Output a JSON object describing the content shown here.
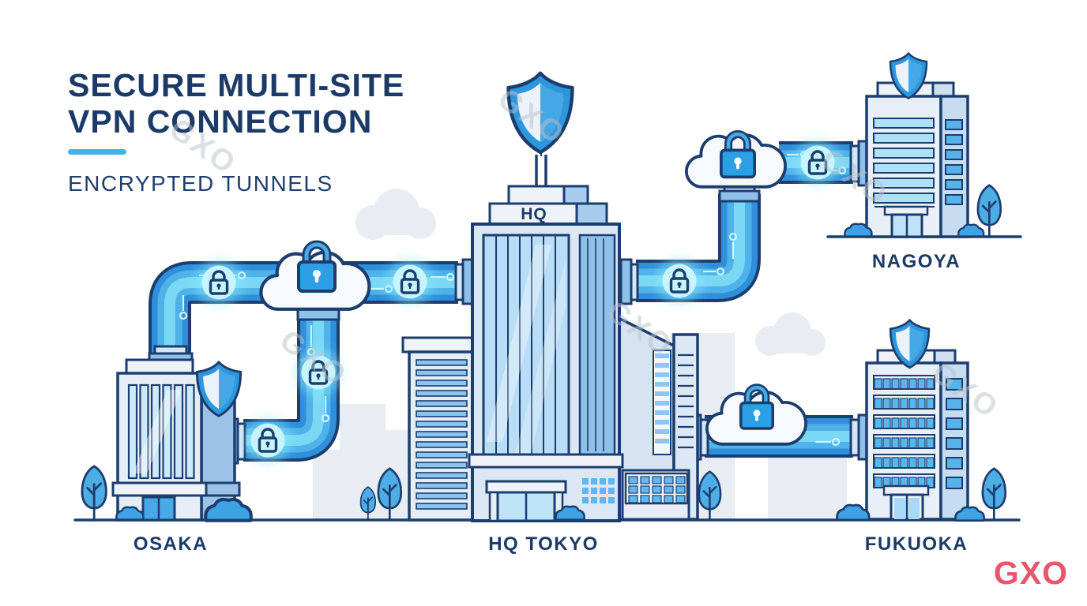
{
  "header": {
    "title_line1": "SECURE MULTI-SITE",
    "title_line2": "VPN CONNECTION",
    "subtitle": "ENCRYPTED TUNNELS"
  },
  "hub": {
    "name": "HQ TOKYO",
    "roof_label": "HQ"
  },
  "sites": [
    {
      "label": "OSAKA",
      "position": "bottom-left",
      "shield": true
    },
    {
      "label": "HQ TOKYO",
      "position": "bottom-center",
      "shield": true,
      "role": "headquarters"
    },
    {
      "label": "NAGOYA",
      "position": "top-right",
      "shield": true
    },
    {
      "label": "FUKUOKA",
      "position": "bottom-right",
      "shield": true
    }
  ],
  "connections": [
    {
      "from": "HQ TOKYO",
      "to": "OSAKA",
      "type": "encrypted tunnel",
      "cloud_gateway": true,
      "padlocks": 5
    },
    {
      "from": "HQ TOKYO",
      "to": "NAGOYA",
      "type": "encrypted tunnel",
      "cloud_gateway": true,
      "padlocks": 3
    },
    {
      "from": "HQ TOKYO",
      "to": "FUKUOKA",
      "type": "encrypted tunnel",
      "cloud_gateway": true,
      "padlocks": 1
    }
  ],
  "watermark": {
    "text": "GXO"
  },
  "logo": {
    "text": "GXO",
    "color": "#e8566a"
  },
  "colors": {
    "title_navy": "#1b3a67",
    "accent_underline": "#45b1ea",
    "outline_navy": "#1c3e6e",
    "pipe_blue": "#2f8fdb",
    "pipe_highlight": "#7fdcf6",
    "badge_cyan": "#c6f5fe",
    "cloud_fill": "#f7fafd",
    "lock_blue": "#2da0e5",
    "building_light": "#e6edf6",
    "building_mid": "#9cc2e8",
    "window_blue": "#bfe2f8",
    "silhouette_gray": "#e8edf4",
    "tree_blue": "#4fade6",
    "logo_red": "#e8566a",
    "watermark_gray": "#b9c2cd"
  }
}
